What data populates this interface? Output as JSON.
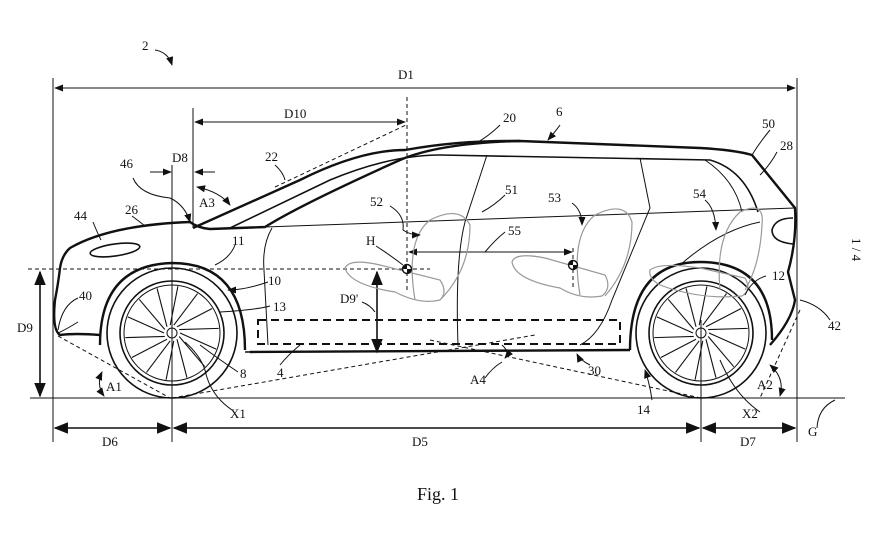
{
  "figure": {
    "caption": "Fig. 1",
    "sheet_number": "1 / 4",
    "reference_numerals": {
      "vehicle": "2",
      "body": "6",
      "roof": "20",
      "windshield": "22",
      "hood": "26",
      "rear_window": "28",
      "rear_roof_edge": "50",
      "floor": "4",
      "front_wheel": "8",
      "front_wheel_arch": "10",
      "arch_top": "11",
      "arch_lower": "13",
      "rear_wheel_arch": "12",
      "rear_wheel": "14",
      "underbody": "30",
      "front_bumper_low": "40",
      "rear_bumper_low": "42",
      "front_light": "44",
      "cowl_point": "46",
      "beltline": "51",
      "front_seat": "52",
      "middle_seat": "53",
      "rear_seat": "54",
      "seat_spacing": "55",
      "hip_point": "H",
      "front_axle": "X1",
      "rear_axle": "X2",
      "ground": "G"
    },
    "dimensions": {
      "overall_length": "D1",
      "wheelbase": "D5",
      "front_overhang": "D6",
      "rear_overhang": "D7",
      "cowl_offset": "D8",
      "hip_height": "D9",
      "hip_to_floor": "D9'",
      "windshield_length": "D10"
    },
    "angles": {
      "approach": "A1",
      "departure": "A2",
      "windshield": "A3",
      "breakover": "A4"
    }
  }
}
